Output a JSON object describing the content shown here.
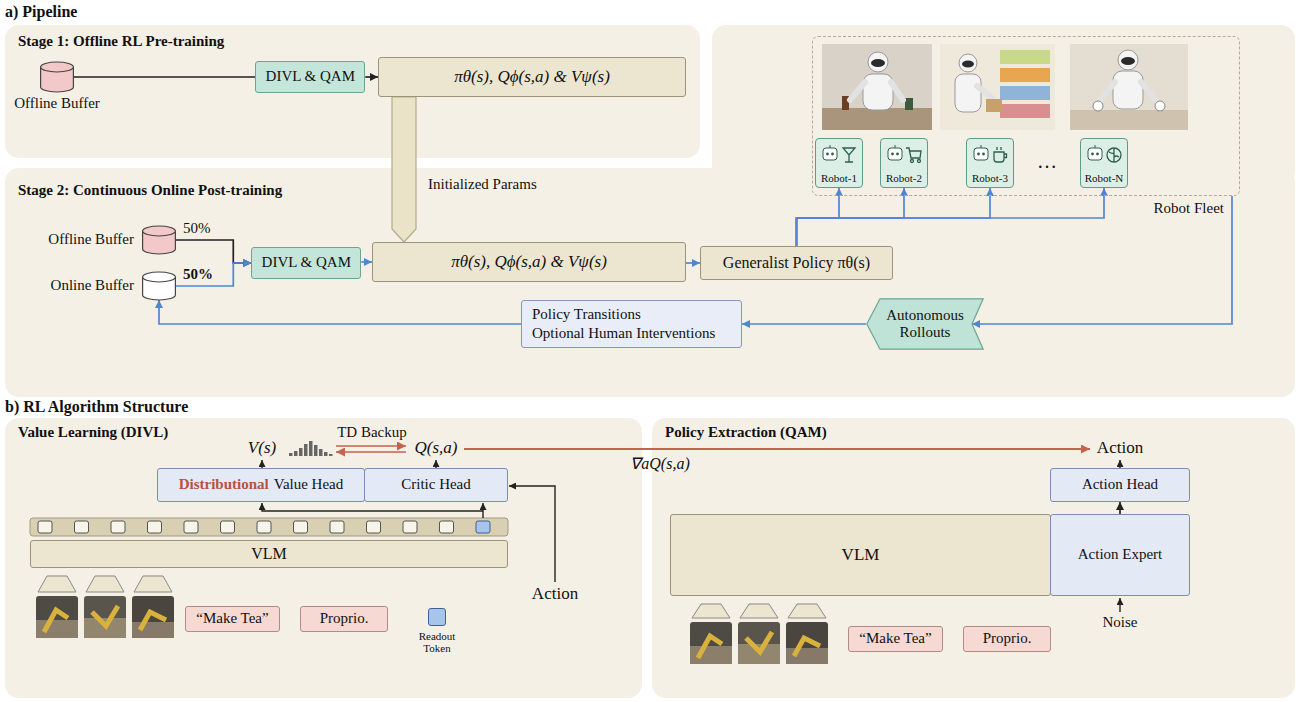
{
  "diagram": {
    "nodes": [
      {
        "text": [
          "Stage 1: Offline RL Pre-training"
        ]
      },
      {
        "text": [
          "Offline Buffer"
        ],
        "in": 0
      },
      {
        "text": [
          "DIVL & QAM"
        ],
        "in": 0
      },
      {
        "text": [
          "πθ(s), Qϕ(s,a) & Vψ(s)"
        ],
        "in": 0
      },
      {
        "text": [
          "Robot Fleet"
        ]
      },
      {
        "text": [
          "Robot-1"
        ],
        "in": 4
      },
      {
        "text": [
          "Robot-2"
        ],
        "in": 4
      },
      {
        "text": [
          "Robot-3"
        ],
        "in": 4
      },
      {
        "text": [
          "Robot-N"
        ],
        "in": 4
      },
      {
        "text": [
          "Stage 2: Continuous Online Post-training"
        ]
      },
      {
        "text": [
          "Offline Buffer"
        ],
        "in": 9
      },
      {
        "text": [
          "Online Buffer"
        ],
        "in": 9
      },
      {
        "text": [
          "DIVL & QAM"
        ],
        "in": 9
      },
      {
        "text": [
          "πθ(s), Qϕ(s,a) & Vψ(s)"
        ],
        "in": 9
      },
      {
        "text": [
          "Generalist Policy πθ(s)"
        ],
        "in": 9
      },
      {
        "text": [
          "Policy Transitions",
          "Optional Human Interventions"
        ],
        "in": 9
      },
      {
        "text": [
          "Autonomous Rollouts"
        ],
        "in": 9
      },
      {
        "text": [
          "Value Learning (DIVL)"
        ]
      },
      {
        "text": [
          "Distributional",
          "Value Head"
        ],
        "in": 17
      },
      {
        "text": [
          "Critic Head"
        ],
        "in": 17
      },
      {
        "text": [
          "VLM"
        ],
        "in": 17
      },
      {
        "text": [
          "“Make Tea”"
        ],
        "in": 17
      },
      {
        "text": [
          "Proprio."
        ],
        "in": 17
      },
      {
        "text": [
          "Readout Token"
        ],
        "in": 17
      },
      {
        "text": [
          "Policy Extraction (QAM)"
        ]
      },
      {
        "text": [
          "Action Head"
        ],
        "in": 24
      },
      {
        "text": [
          "VLM"
        ],
        "in": 24
      },
      {
        "text": [
          "Action Expert"
        ],
        "in": 24
      },
      {
        "text": [
          "“Make Tea”"
        ],
        "in": 24
      },
      {
        "text": [
          "Proprio."
        ],
        "in": 24
      }
    ],
    "edges": [
      {
        "from": 1,
        "to": 2,
        "arrow": "none"
      },
      {
        "from": 2,
        "to": 3,
        "arrow": "to"
      },
      {
        "from": 3,
        "to": 13,
        "arrow": "to",
        "label": "Initialized Params"
      },
      {
        "from": 10,
        "to": 12,
        "arrow": "to",
        "label": "50%"
      },
      {
        "from": 11,
        "to": 12,
        "arrow": "to",
        "label": "50%"
      },
      {
        "from": 12,
        "to": 13,
        "arrow": "to"
      },
      {
        "from": 13,
        "to": 14,
        "arrow": "to"
      },
      {
        "from": 14,
        "to": 5,
        "arrow": "to"
      },
      {
        "from": 14,
        "to": 6,
        "arrow": "to"
      },
      {
        "from": 14,
        "to": 7,
        "arrow": "to"
      },
      {
        "from": 14,
        "to": 8,
        "arrow": "to"
      },
      {
        "from": 4,
        "to": 16,
        "arrow": "to"
      },
      {
        "from": 16,
        "to": 15,
        "arrow": "to"
      },
      {
        "from": 15,
        "to": 11,
        "arrow": "to"
      },
      {
        "from": 27,
        "to": 25,
        "arrow": "to"
      }
    ],
    "labels": [
      "a) Pipeline",
      "…",
      "b) RL Algorithm Structure",
      "V(s)",
      "TD Backup",
      "Q(s,a)",
      "∇aQ(s,a)",
      "Action",
      "Action",
      "Noise"
    ]
  }
}
